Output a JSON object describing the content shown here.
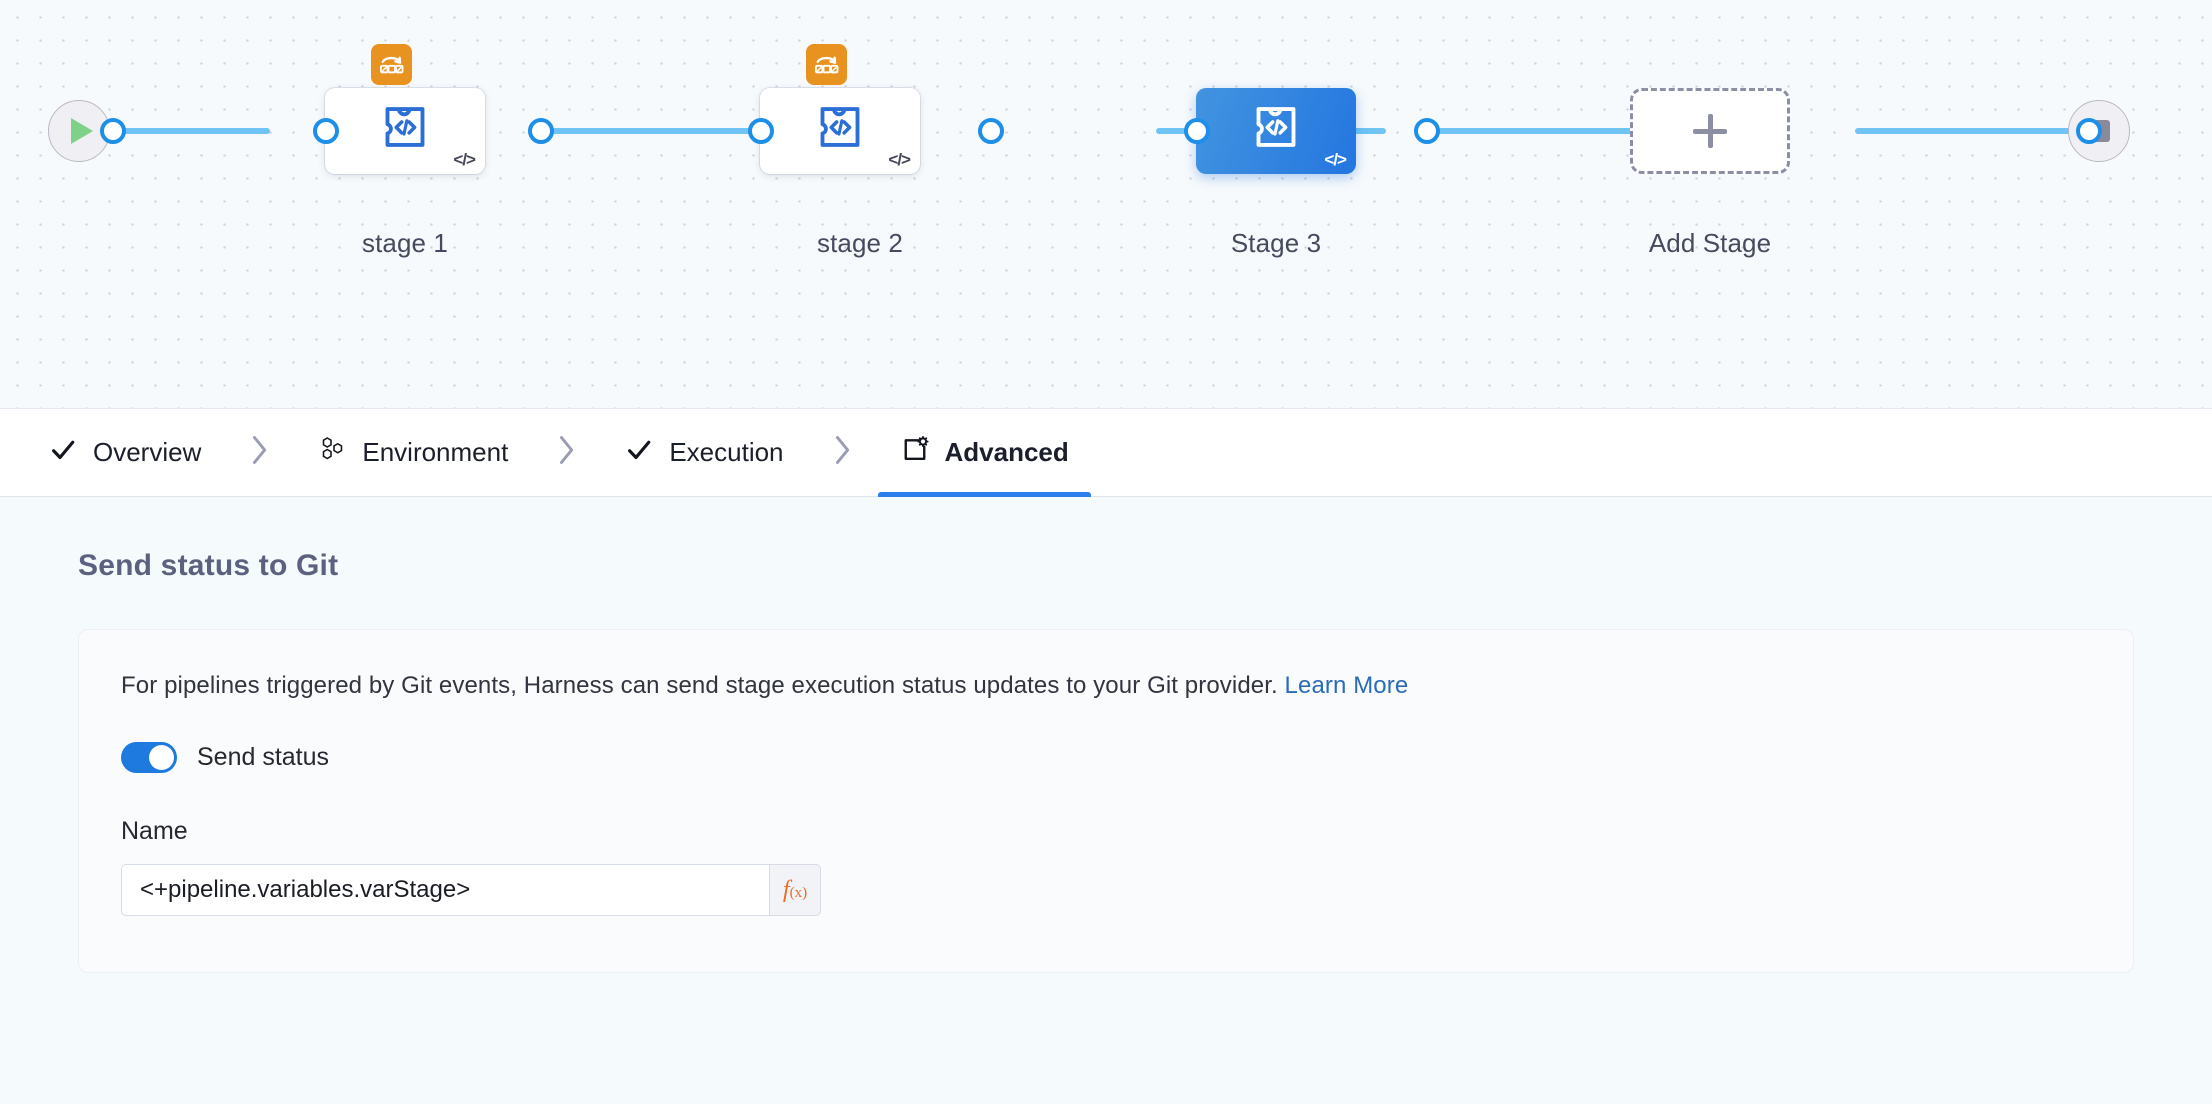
{
  "canvas": {
    "start_node": {
      "icon": "play-icon",
      "name": "pipeline-start"
    },
    "end_node": {
      "icon": "stop-icon",
      "name": "pipeline-end"
    },
    "add_stage": {
      "label": "Add Stage",
      "icon": "plus-icon"
    },
    "nodes": [
      {
        "label": "stage 1",
        "icon": "custom-stage-icon",
        "badge": "matrix-looping-icon",
        "code_badge": "</>",
        "selected": false
      },
      {
        "label": "stage 2",
        "icon": "custom-stage-icon",
        "badge": "matrix-looping-icon",
        "code_badge": "</>",
        "selected": false
      },
      {
        "label": "Stage 3",
        "icon": "custom-stage-icon",
        "badge": null,
        "code_badge": "</>",
        "selected": true
      }
    ]
  },
  "tabs": [
    {
      "label": "Overview",
      "icon": "check-icon",
      "active": false
    },
    {
      "label": "Environment",
      "icon": "hexagons-icon",
      "active": false
    },
    {
      "label": "Execution",
      "icon": "check-icon",
      "active": false
    },
    {
      "label": "Advanced",
      "icon": "advanced-icon",
      "active": true
    }
  ],
  "tab_separator_icon": "chevron-right-icon",
  "content": {
    "section_title": "Send status to Git",
    "description": "For pipelines triggered by Git events, Harness can send stage execution status updates to your Git provider.",
    "learn_more_label": "Learn More",
    "send_status_toggle": {
      "label": "Send status",
      "on": true
    },
    "name_field": {
      "label": "Name",
      "value": "<+pipeline.variables.varStage>",
      "placeholder": "",
      "expression_button": "f(x)"
    }
  },
  "colors": {
    "accent_blue": "#2d7ff0",
    "edge_blue": "#6fc4f5",
    "selected_node": "#2476e0",
    "matrix_orange": "#e8921f",
    "fx_orange": "#ef6a26",
    "link_blue": "#2c6cb5",
    "canvas_bg": "#f7fafc",
    "content_bg": "#f5fafd"
  }
}
